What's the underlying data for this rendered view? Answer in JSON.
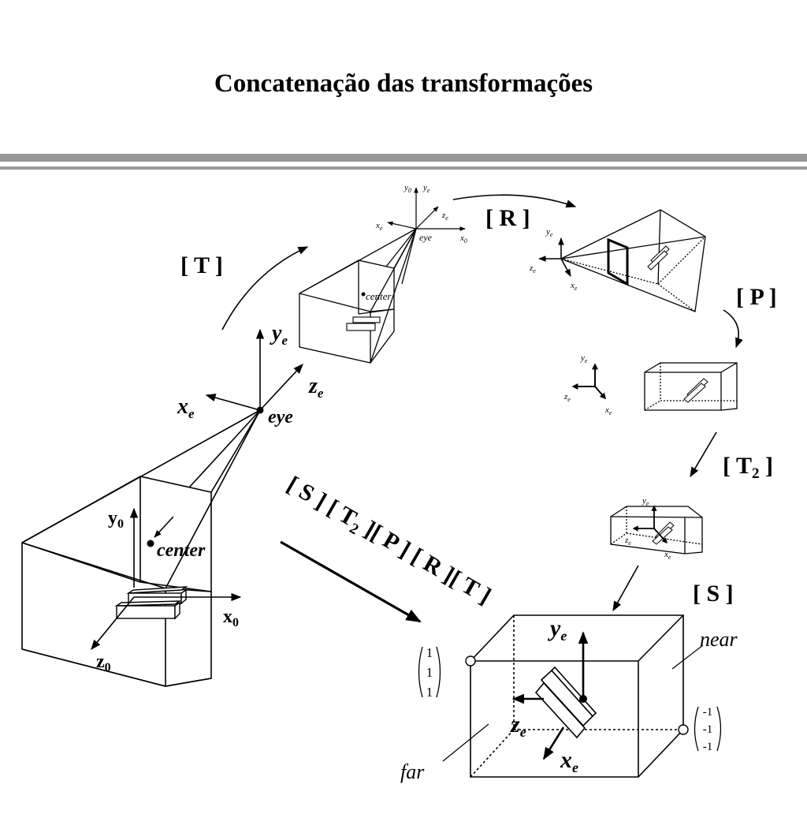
{
  "title": "Concatenação das transformações",
  "ops": {
    "T": "[ T ]",
    "R": "[ R ]",
    "P": "[ P ]",
    "T2_open": "[ T",
    "T2_sub": "2",
    "T2_close": " ]",
    "S": "[ S ]",
    "chain_a": "[ S ] [ T",
    "chain_sub": "2",
    "chain_b": " ][ P ] [ R ][ T ]"
  },
  "labels": {
    "eye": "eye",
    "center": "center",
    "near": "near",
    "far": "far",
    "x": "x",
    "y": "y",
    "z": "z",
    "sub_e": "e",
    "sub_0": "0",
    "x0": "x",
    "y0": "y",
    "z0": "z"
  },
  "vectors": {
    "near_corner": [
      "1",
      "1",
      "1"
    ],
    "far_corner": [
      "-1",
      "-1",
      "-1"
    ]
  },
  "colors": {
    "ink": "#000000",
    "rule": "#999999"
  }
}
